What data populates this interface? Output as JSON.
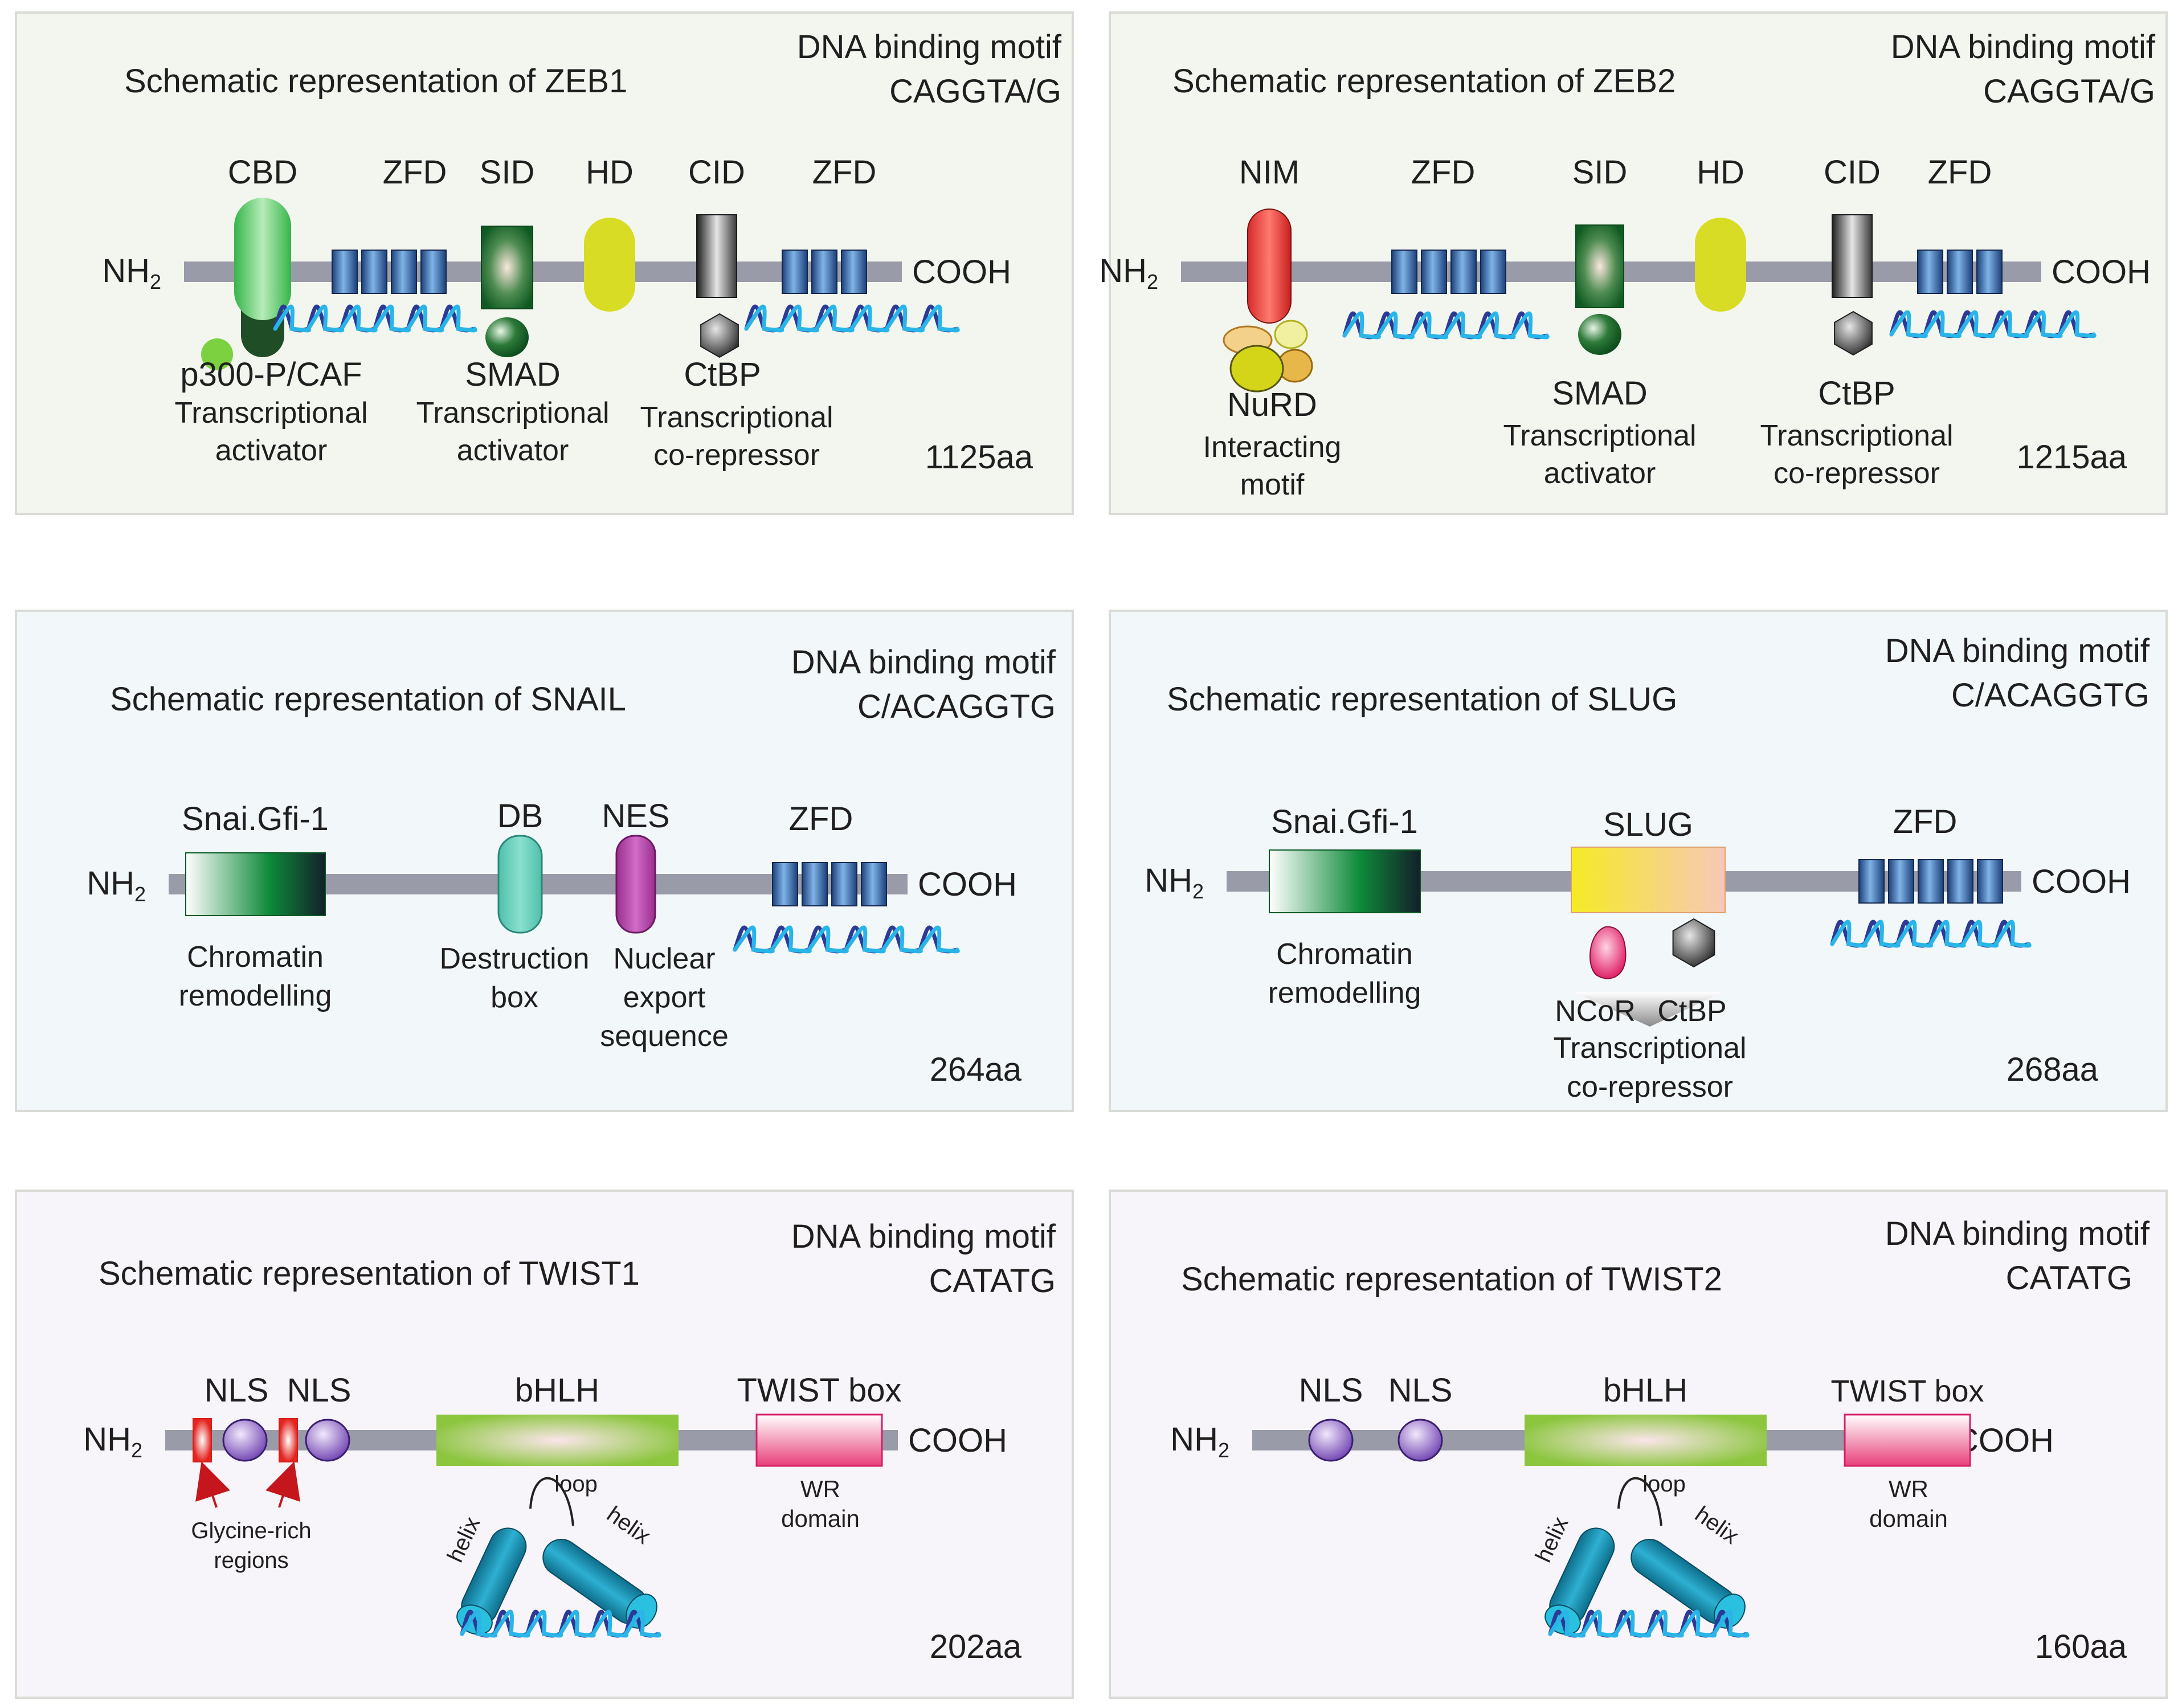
{
  "panels": [
    {
      "id": "zeb1",
      "title": "Schematic representation of ZEB1",
      "motif_label": "DNA binding motif",
      "motif_seq": "CAGGTA/G",
      "n_term": "NH",
      "n_sub": "2",
      "c_term": "COOH",
      "length": "1125aa",
      "domains": [
        {
          "type": "cbd",
          "label": "CBD",
          "partner": "p300-P/CAF",
          "func": [
            "Transcriptional",
            "activator"
          ]
        },
        {
          "type": "zfd",
          "label": "ZFD",
          "count": 4
        },
        {
          "type": "sid",
          "label": "SID",
          "partner": "SMAD",
          "func": [
            "Transcriptional",
            "activator"
          ]
        },
        {
          "type": "hd",
          "label": "HD"
        },
        {
          "type": "cid",
          "label": "CID",
          "partner": "CtBP",
          "func": [
            "Transcriptional",
            "co-repressor"
          ]
        },
        {
          "type": "zfd",
          "label": "ZFD",
          "count": 3
        }
      ]
    },
    {
      "id": "zeb2",
      "title": "Schematic representation of ZEB2",
      "motif_label": "DNA binding motif",
      "motif_seq": "CAGGTA/G",
      "n_term": "NH",
      "n_sub": "2",
      "c_term": "COOH",
      "length": "1215aa",
      "domains": [
        {
          "type": "nim",
          "label": "NIM",
          "partner": "NuRD",
          "func": [
            "Interacting",
            "motif"
          ]
        },
        {
          "type": "zfd",
          "label": "ZFD",
          "count": 4
        },
        {
          "type": "sid",
          "label": "SID",
          "partner": "SMAD",
          "func": [
            "Transcriptional",
            "activator"
          ]
        },
        {
          "type": "hd",
          "label": "HD"
        },
        {
          "type": "cid",
          "label": "CID",
          "partner": "CtBP",
          "func": [
            "Transcriptional",
            "co-repressor"
          ]
        },
        {
          "type": "zfd",
          "label": "ZFD",
          "count": 3
        }
      ]
    },
    {
      "id": "snail",
      "title": "Schematic representation of SNAIL",
      "motif_label": "DNA binding motif",
      "motif_seq": "C/ACAGGTG",
      "n_term": "NH",
      "n_sub": "2",
      "c_term": "COOH",
      "length": "264aa",
      "domains": [
        {
          "type": "snag",
          "label": "Snai.Gfi-1",
          "func": [
            "Chromatin",
            "remodelling"
          ]
        },
        {
          "type": "db",
          "label": "DB",
          "func": [
            "Destruction",
            "box"
          ]
        },
        {
          "type": "nes",
          "label": "NES",
          "func": [
            "Nuclear",
            "export",
            "sequence"
          ]
        },
        {
          "type": "zfd",
          "label": "ZFD",
          "count": 4
        }
      ]
    },
    {
      "id": "slug",
      "title": "Schematic representation of SLUG",
      "motif_label": "DNA binding motif",
      "motif_seq": "C/ACAGGTG",
      "n_term": "NH",
      "n_sub": "2",
      "c_term": "COOH",
      "length": "268aa",
      "domains": [
        {
          "type": "snag",
          "label": "Snai.Gfi-1",
          "func": [
            "Chromatin",
            "remodelling"
          ]
        },
        {
          "type": "slug",
          "label": "SLUG",
          "partners": [
            "NCoR",
            "CtBP"
          ],
          "func": [
            "Transcriptional",
            "co-repressor"
          ]
        },
        {
          "type": "zfd",
          "label": "ZFD",
          "count": 5
        }
      ]
    },
    {
      "id": "twist1",
      "title": "Schematic representation of TWIST1",
      "motif_label": "DNA binding motif",
      "motif_seq": "CATATG",
      "n_term": "NH",
      "n_sub": "2",
      "c_term": "COOH",
      "length": "202aa",
      "domains": [
        {
          "type": "nls",
          "label": "NLS"
        },
        {
          "type": "nls",
          "label": "NLS"
        },
        {
          "type": "bhlh",
          "label": "bHLH",
          "loop": "loop",
          "helix": "helix"
        },
        {
          "type": "twistbox",
          "label": "TWIST box",
          "func": [
            "WR",
            "domain"
          ]
        }
      ],
      "annotation": [
        "Glycine-rich",
        "regions"
      ]
    },
    {
      "id": "twist2",
      "title": "Schematic representation of TWIST2",
      "motif_label": "DNA binding motif",
      "motif_seq": "CATATG",
      "n_term": "NH",
      "n_sub": "2",
      "c_term": "COOH",
      "length": "160aa",
      "domains": [
        {
          "type": "nls",
          "label": "NLS"
        },
        {
          "type": "nls",
          "label": "NLS"
        },
        {
          "type": "bhlh",
          "label": "bHLH",
          "loop": "loop",
          "helix": "helix"
        },
        {
          "type": "twistbox",
          "label": "TWIST box",
          "func": [
            "WR",
            "domain"
          ]
        }
      ]
    }
  ],
  "colors": {
    "backbone": "#9a9ba8",
    "zeb_bg": "#f3f6ef",
    "snail_bg": "#f2f7fa",
    "twist_bg": "#f7f5f9",
    "border": "#d9dcd6"
  }
}
